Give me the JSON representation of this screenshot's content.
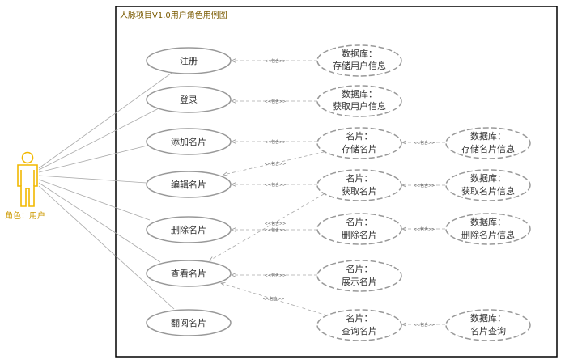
{
  "title": "人脉项目V1.0用户角色用例图",
  "actor": {
    "label": "角色：用户",
    "color": "#f2b800"
  },
  "include_label": "<<包含>>",
  "colors": {
    "frame": "#000000",
    "ellipse": "#999999",
    "line": "#aaaaaa",
    "title": "#7a5a00"
  },
  "use_cases": {
    "register": "注册",
    "login": "登录",
    "add_card": "添加名片",
    "edit_card": "编辑名片",
    "delete_card": "删除名片",
    "view_card": "查看名片",
    "browse_card": "翻阅名片"
  },
  "services": {
    "db_store_user": [
      "数据库：",
      "存储用户信息"
    ],
    "db_get_user": [
      "数据库：",
      "获取用户信息"
    ],
    "card_store": [
      "名片：",
      "存储名片"
    ],
    "card_get": [
      "名片：",
      "获取名片"
    ],
    "card_delete": [
      "名片：",
      "删除名片"
    ],
    "card_show": [
      "名片：",
      "展示名片"
    ],
    "card_query": [
      "名片：",
      "查询名片"
    ]
  },
  "databases": {
    "db_store_card": [
      "数据库：",
      "存储名片信息"
    ],
    "db_get_card": [
      "数据库：",
      "获取名片信息"
    ],
    "db_delete_card": [
      "数据库：",
      "删除名片信息"
    ],
    "db_query_card": [
      "数据库：",
      "名片查询"
    ]
  }
}
